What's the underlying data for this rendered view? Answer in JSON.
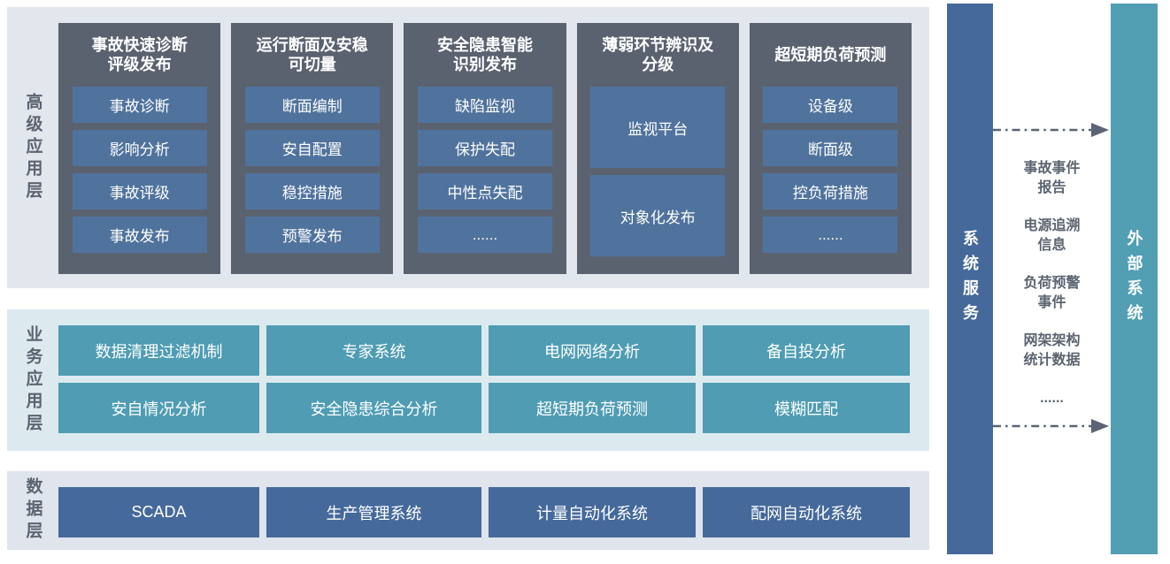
{
  "palette": {
    "page_bg": "#ffffff",
    "panel_top_bg": "#e2e6ed",
    "panel_mid_bg": "#dceaf0",
    "panel_bottom_bg": "#dfe4ed",
    "column_bg": "#5a6270",
    "item_blue": "#50739d",
    "item_teal": "#4f9cb3",
    "item_steel": "#45699a",
    "services_bar": "#45699a",
    "external_bar": "#529fb4",
    "label_gray": "#5b6470",
    "arrow_gray": "#5a6472"
  },
  "layers": {
    "advanced": {
      "label": "高级应用层",
      "columns": [
        {
          "title": "事故快速诊断\n评级发布",
          "items": [
            "事故诊断",
            "影响分析",
            "事故评级",
            "事故发布"
          ]
        },
        {
          "title": "运行断面及安稳\n可切量",
          "items": [
            "断面编制",
            "安自配置",
            "稳控措施",
            "预警发布"
          ]
        },
        {
          "title": "安全隐患智能\n识别发布",
          "items": [
            "缺陷监视",
            "保护失配",
            "中性点失配",
            "......"
          ]
        },
        {
          "title": "薄弱环节辨识及\n分级",
          "items": [
            "监视平台",
            "对象化发布"
          ]
        },
        {
          "title": "超短期负荷预测",
          "items": [
            "设备级",
            "断面级",
            "控负荷措施",
            "......"
          ]
        }
      ]
    },
    "business": {
      "label": "业务应用层",
      "rows": [
        [
          "数据清理过滤机制",
          "专家系统",
          "电网网络分析",
          "备自投分析"
        ],
        [
          "安自情况分析",
          "安全隐患综合分析",
          "超短期负荷预测",
          "模糊匹配"
        ]
      ]
    },
    "data": {
      "label": "数据层",
      "items": [
        "SCADA",
        "生产管理系统",
        "计量自动化系统",
        "配网自动化系统"
      ]
    }
  },
  "sidebar": {
    "services_label": "系统服务",
    "external_label": "外部系统",
    "exchange_items": [
      "事故事件\n报告",
      "电源追溯\n信息",
      "负荷预警\n事件",
      "网架架构\n统计数据",
      "......"
    ]
  }
}
